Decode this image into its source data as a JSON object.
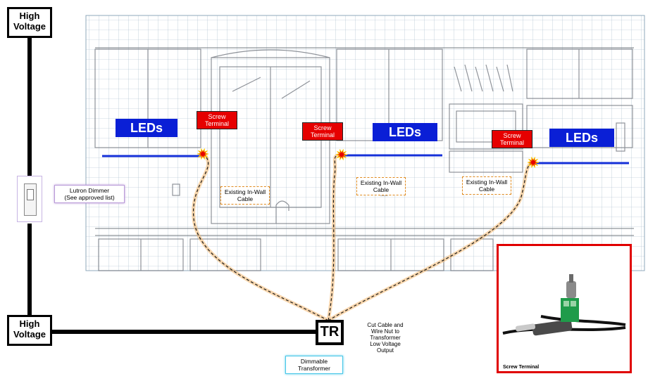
{
  "high_voltage_top": [
    "High",
    "Voltage"
  ],
  "high_voltage_bottom": [
    "High",
    "Voltage"
  ],
  "leds": [
    "LEDs",
    "LEDs",
    "LEDs"
  ],
  "screw_terminal_tags": [
    [
      "Screw",
      "Terminal"
    ],
    [
      "Screw",
      "Terminal"
    ],
    [
      "Screw",
      "Terminal"
    ]
  ],
  "dimmer_label": [
    "Lutron Dimmer",
    "(See approved list)"
  ],
  "cable_labels": [
    [
      "Existing In-Wall",
      "Cable"
    ],
    [
      "Existing In-Wall",
      "Cable"
    ],
    [
      "Existing In-Wall",
      "Cable"
    ]
  ],
  "transformer_symbol": "TR",
  "transformer_label": [
    "Dimmable",
    "Transformer"
  ],
  "cut_cable_note": [
    "Cut Cable and",
    "Wire Nut to",
    "Transformer",
    "Low Voltage",
    "Output"
  ],
  "inset_caption": "Screw Terminal",
  "colors": {
    "led_strip": "#1530d8",
    "screw_tag": "#e60000",
    "cable_dash": "#e08a1e",
    "inset_border": "#e00000",
    "wire": "#000000"
  }
}
